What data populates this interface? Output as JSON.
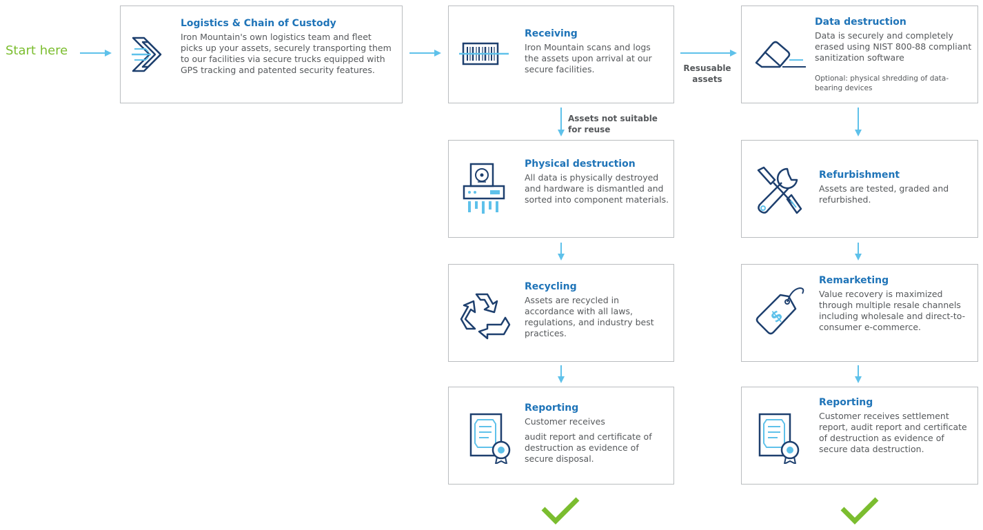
{
  "start_label": "Start here",
  "colors": {
    "title": "#1f74b8",
    "arrow": "#5ec1ea",
    "check": "#7bbd2f",
    "border": "#b9bcbf",
    "text": "#55585b",
    "icon_dark": "#1d3f6e",
    "icon_light": "#5ec1ea"
  },
  "steps": {
    "logistics": {
      "icon": "merge-arrows-icon",
      "title": "Logistics & Chain of Custody",
      "desc": "Iron Mountain's own logistics team and fleet picks up your assets, securely transporting them to our facilities via secure trucks equipped with GPS tracking and patented security features."
    },
    "receiving": {
      "icon": "barcode-icon",
      "title": "Receiving",
      "desc": "Iron Mountain scans and logs the assets upon arrival at our secure facilities."
    },
    "data_destruction": {
      "icon": "eraser-icon",
      "title": "Data destruction",
      "desc": "Data is securely and completely erased using NIST 800-88 compliant sanitization software",
      "optional": "Optional: physical shredding of data-bearing devices"
    },
    "physical_destruction": {
      "icon": "shredder-icon",
      "title": "Physical destruction",
      "desc": "All data is physically destroyed and hardware is dismantled and sorted into component materials."
    },
    "refurbishment": {
      "icon": "tools-icon",
      "title": "Refurbishment",
      "desc": "Assets are tested, graded and refurbished."
    },
    "recycling": {
      "icon": "recycle-icon",
      "title": "Recycling",
      "desc": "Assets are recycled in accordance with all laws, regulations, and industry best practices."
    },
    "remarketing": {
      "icon": "price-tag-icon",
      "title": "Remarketing",
      "desc": "Value recovery is maximized through multiple resale channels including wholesale and direct-to-consumer e-commerce."
    },
    "reporting_left": {
      "icon": "certificate-icon",
      "title": "Reporting",
      "desc_line1": "Customer receives",
      "desc": "audit report and certificate of destruction as evidence of secure disposal."
    },
    "reporting_right": {
      "icon": "certificate-icon",
      "title": "Reporting",
      "desc": "Customer receives settlement report, audit report and certificate of destruction as evidence of secure data destruction."
    }
  },
  "edges": {
    "resusable": "Resusable assets",
    "not_suitable": "Assets not suitable for reuse"
  }
}
